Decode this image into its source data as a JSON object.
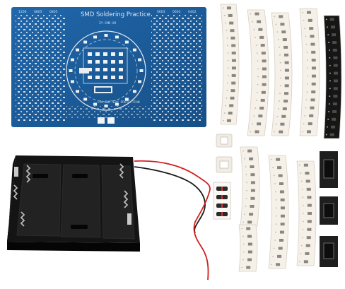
{
  "pcb": {
    "title": "SMD Soldering Practice",
    "model": "ZY-SMD-09",
    "size_labels": [
      "1206",
      "0805",
      "0805",
      "0603",
      "0603",
      "0402"
    ],
    "bottom_text": "CPU BATTERY PROTECTION"
  },
  "colors": {
    "pcb_blue": "#1d5f9e",
    "pcb_dark": "#164b80",
    "pad_silver": "#e6eaee",
    "battery_black": "#111111",
    "wire_red": "#d32020",
    "wire_black": "#1a1a1a",
    "tape_white": "#f2ece1",
    "tape_black": "#161616"
  }
}
